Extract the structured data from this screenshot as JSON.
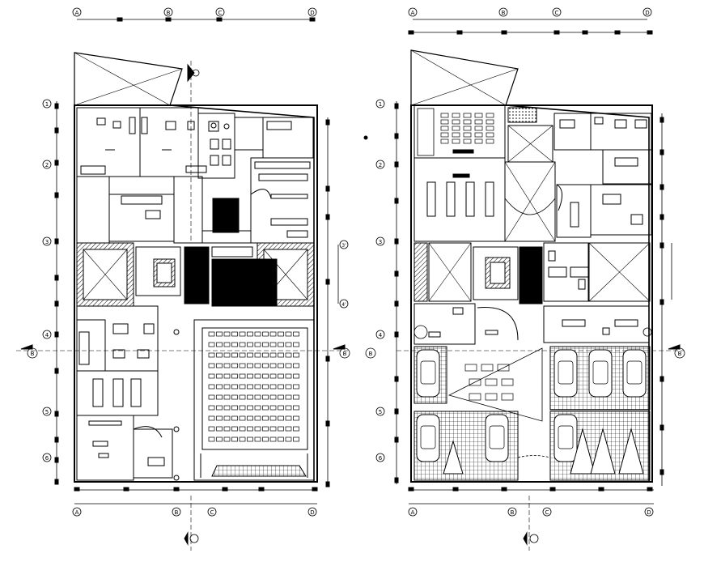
{
  "plans": [
    {
      "id": "left-plan",
      "grid_columns": [
        "A",
        "B",
        "C",
        "D"
      ],
      "grid_rows": [
        "1",
        "2",
        "3",
        "4",
        "5",
        "6"
      ],
      "intermediate_rows": [
        "3'",
        "4'"
      ],
      "section_mark": "B"
    },
    {
      "id": "right-plan",
      "grid_columns": [
        "A",
        "B",
        "C",
        "D"
      ],
      "grid_rows": [
        "1",
        "2",
        "3",
        "4",
        "5",
        "6"
      ],
      "section_mark": "B"
    }
  ],
  "colors": {
    "ink": "#000000",
    "paper": "#ffffff",
    "hatch": "#555555"
  }
}
